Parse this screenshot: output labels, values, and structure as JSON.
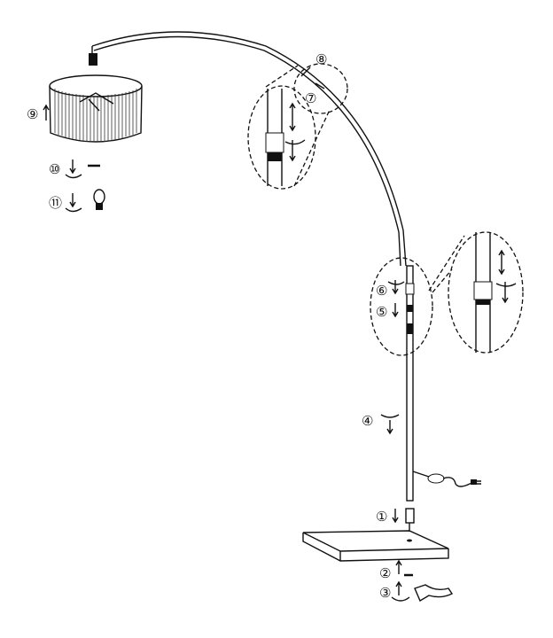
{
  "diagram": {
    "title": "Arc floor lamp assembly",
    "steps": {
      "s1": "①",
      "s2": "②",
      "s3": "③",
      "s4": "④",
      "s5": "⑤",
      "s6": "⑥",
      "s7": "⑦",
      "s8": "⑧",
      "s9": "⑨",
      "s10": "⑩",
      "s11": "⑪"
    },
    "colors": {
      "ink": "#111111",
      "background": "#ffffff"
    }
  }
}
